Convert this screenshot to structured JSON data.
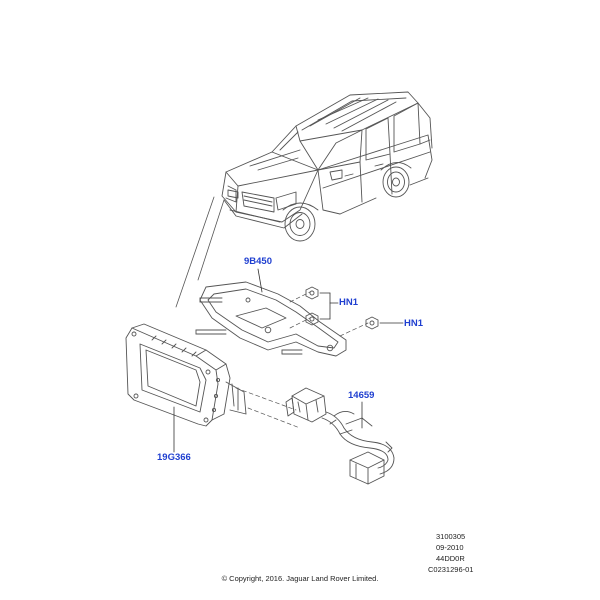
{
  "callouts": {
    "bracket": "9B450",
    "nut_upper": "HN1",
    "nut_right": "HN1",
    "module": "19G366",
    "harness": "14659"
  },
  "reference": {
    "line1": "3100305",
    "line2": "09-2010",
    "line3": "44DD0R",
    "line4": "C0231296-01"
  },
  "copyright": "© Copyright, 2016. Jaguar Land Rover Limited.",
  "colors": {
    "callout": "#1f3fd0",
    "line_art": "#555555"
  }
}
